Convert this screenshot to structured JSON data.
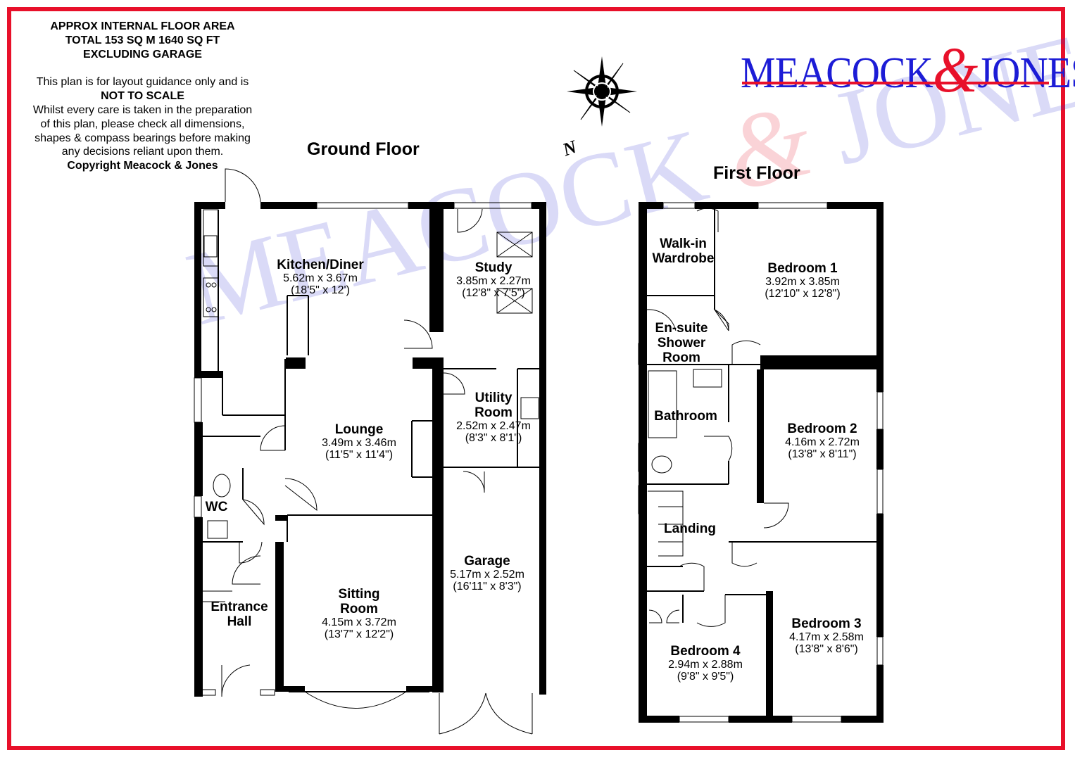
{
  "colors": {
    "brand_red": "#e8102a",
    "brand_blue": "#1c1cd6",
    "wall": "#000000"
  },
  "disclaimer": {
    "line1": "APPROX INTERNAL FLOOR AREA",
    "line2": "TOTAL 153 SQ M 1640 SQ FT",
    "line3": "EXCLUDING GARAGE",
    "line4": "This plan is for layout guidance only and is",
    "line5": "NOT TO SCALE",
    "line6": "Whilst every care is taken in the preparation",
    "line7": "of this plan, please check all dimensions,",
    "line8": "shapes & compass bearings before making",
    "line9": "any decisions reliant upon them.",
    "line10": "Copyright Meacock & Jones"
  },
  "logo": {
    "left": "MEACOCK",
    "amp": "&",
    "right": "JONES"
  },
  "compass": {
    "north_label": "N",
    "icon": "compass-rose-icon"
  },
  "ground_floor": {
    "title": "Ground Floor",
    "rooms": {
      "kitchen": {
        "name": "Kitchen/Diner",
        "metric": "5.62m x 3.67m",
        "imperial": "(18'5\" x 12')"
      },
      "study": {
        "name": "Study",
        "metric": "3.85m x 2.27m",
        "imperial": "(12'8\" x 7'5\")"
      },
      "utility": {
        "name1": "Utility",
        "name2": "Room",
        "metric": "2.52m x 2.47m",
        "imperial": "(8'3\" x 8'1\")"
      },
      "lounge": {
        "name": "Lounge",
        "metric": "3.49m x 3.46m",
        "imperial": "(11'5\" x 11'4\")"
      },
      "wc": {
        "name": "WC"
      },
      "sitting": {
        "name1": "Sitting",
        "name2": "Room",
        "metric": "4.15m x 3.72m",
        "imperial": "(13'7\" x 12'2\")"
      },
      "garage": {
        "name": "Garage",
        "metric": "5.17m x 2.52m",
        "imperial": "(16'11\" x 8'3\")"
      },
      "hall": {
        "name1": "Entrance",
        "name2": "Hall"
      }
    }
  },
  "first_floor": {
    "title": "First Floor",
    "rooms": {
      "walkin": {
        "name1": "Walk-in",
        "name2": "Wardrobe"
      },
      "bed1": {
        "name": "Bedroom 1",
        "metric": "3.92m x 3.85m",
        "imperial": "(12'10\" x 12'8\")"
      },
      "ensuite": {
        "name1": "En-suite",
        "name2": "Shower",
        "name3": "Room"
      },
      "bathroom": {
        "name": "Bathroom"
      },
      "bed2": {
        "name": "Bedroom 2",
        "metric": "4.16m x 2.72m",
        "imperial": "(13'8\" x 8'11\")"
      },
      "landing": {
        "name": "Landing"
      },
      "bed3": {
        "name": "Bedroom 3",
        "metric": "4.17m x 2.58m",
        "imperial": "(13'8\" x 8'6\")"
      },
      "bed4": {
        "name": "Bedroom 4",
        "metric": "2.94m x 2.88m",
        "imperial": "(9'8\" x 9'5\")"
      }
    }
  }
}
